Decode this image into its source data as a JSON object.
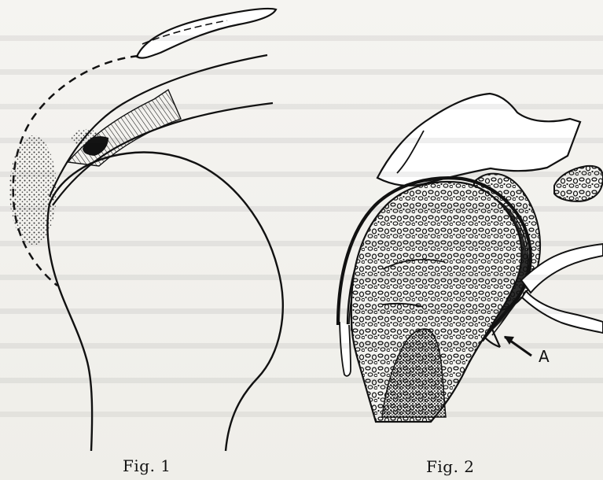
{
  "figures": [
    {
      "caption": "Fig. 1"
    },
    {
      "caption": "Fig. 2",
      "label": "A"
    }
  ]
}
